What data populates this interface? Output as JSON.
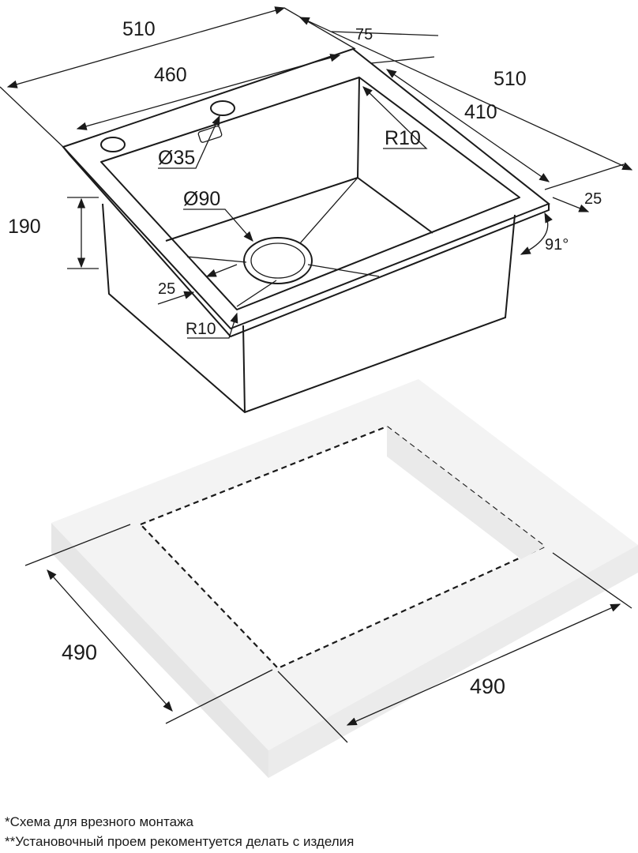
{
  "dimensions": {
    "overall_width": "510",
    "bowl_width": "460",
    "rim_offset": "75",
    "overall_depth": "510",
    "bowl_depth": "410",
    "corner_radius_top": "R10",
    "tap_hole_diameter": "Ø35",
    "drain_diameter": "Ø90",
    "bowl_height": "190",
    "rim_right": "25",
    "wall_angle": "91°",
    "rim_front": "25",
    "corner_radius_front": "R10",
    "cutout_depth": "490",
    "cutout_width": "490"
  },
  "notes": [
    "*Схема для врезного монтажа",
    "**Установочный проем рекоментуется делать с изделия"
  ],
  "colors": {
    "line": "#1a1a1a",
    "slab_top": "#f2f2f2",
    "slab_side": "#e4e4e4"
  }
}
